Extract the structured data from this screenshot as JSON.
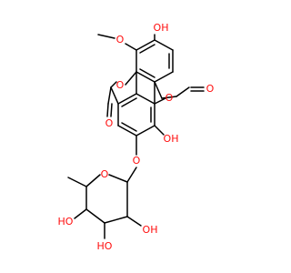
{
  "diagram": {
    "type": "chemical-structure",
    "colors": {
      "background": "#ffffff",
      "carbon_bond": "#000000",
      "oxygen": "#ff0d0d"
    },
    "atoms": [
      {
        "id": "o_meth",
        "element": "O",
        "label": "O"
      },
      {
        "id": "o_ring1",
        "element": "O",
        "label": "O"
      },
      {
        "id": "o_ring2",
        "element": "O",
        "label": "O"
      },
      {
        "id": "o_carb1",
        "element": "O",
        "label": "O"
      },
      {
        "id": "o_carb2",
        "element": "O",
        "label": "O"
      },
      {
        "id": "o_glyco",
        "element": "O",
        "label": "O"
      },
      {
        "id": "o_pyran",
        "element": "O",
        "label": "O"
      },
      {
        "id": "oh_top",
        "element": "O",
        "label": "OH"
      },
      {
        "id": "oh_mid",
        "element": "O",
        "label": "OH"
      },
      {
        "id": "oh_s3",
        "element": "O",
        "label": "OH"
      },
      {
        "id": "ho_s4",
        "element": "O",
        "label": "HO"
      },
      {
        "id": "ho_s5",
        "element": "O",
        "label": "HO"
      }
    ]
  }
}
